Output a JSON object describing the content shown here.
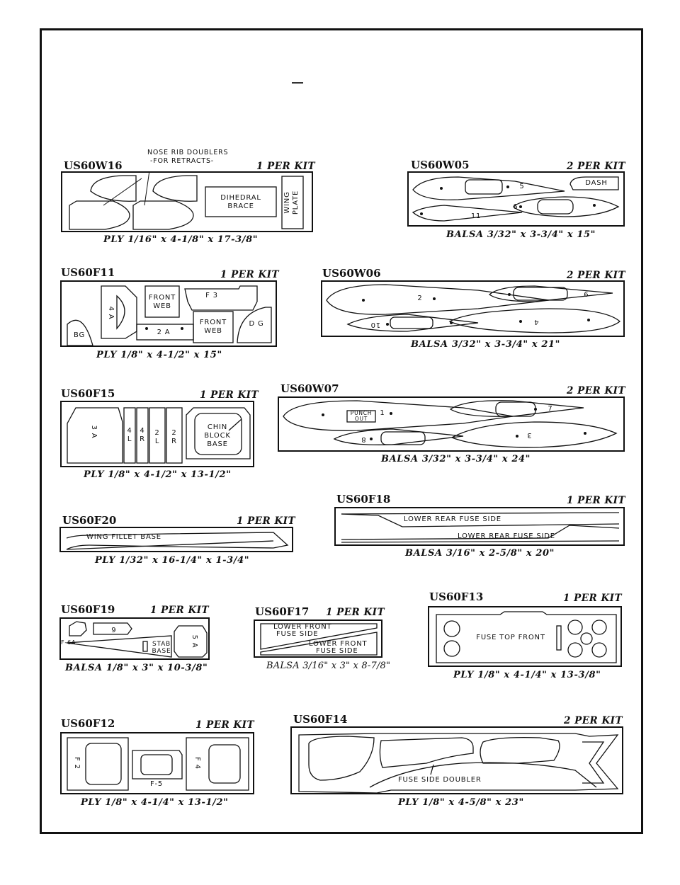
{
  "callout": {
    "line1": "NOSE RIB DOUBLERS",
    "line2": "-FOR RETRACTS-"
  },
  "parts": {
    "w16": {
      "id": "US60W16",
      "qty": "1 PER KIT",
      "spec": "PLY 1/16\" x 4-1/8\" x 17-3/8\"",
      "labels": {
        "dihedral1": "DIHEDRAL",
        "dihedral2": "BRACE",
        "wingplate1": "WING",
        "wingplate2": "PLATE"
      }
    },
    "w05": {
      "id": "US60W05",
      "qty": "2 PER KIT",
      "spec": "BALSA 3/32\" x 3-3/4\" x 15\"",
      "labels": {
        "r5": "5",
        "dash": "DASH",
        "r9": "9",
        "r11": "11"
      }
    },
    "f11": {
      "id": "US60F11",
      "qty": "1 PER KIT",
      "spec": "PLY 1/8\" x 4-1/2\" x 15\"",
      "labels": {
        "a4": "4 A",
        "fw1a": "FRONT",
        "fw1b": "WEB",
        "f3": "F 3",
        "bg": "BG",
        "a2": "2 A",
        "fw2a": "FRONT",
        "fw2b": "WEB",
        "dg": "D G"
      }
    },
    "w06": {
      "id": "US60W06",
      "qty": "2 PER KIT",
      "spec": "BALSA 3/32\" x 3-3/4\" x 21\"",
      "labels": {
        "r2": "2",
        "r9": "9",
        "r10": "10",
        "r4": "4"
      }
    },
    "f15": {
      "id": "US60F15",
      "qty": "1 PER KIT",
      "spec": "PLY 1/8\" x 4-1/2\" x 13-1/2\"",
      "labels": {
        "a3": "3 A",
        "l4": "4\nL",
        "r4": "4\nR",
        "l2": "2\nL",
        "r2": "2\nR",
        "chin1": "CHIN",
        "chin2": "BLOCK",
        "chin3": "BASE"
      }
    },
    "w07": {
      "id": "US60W07",
      "qty": "2 PER KIT",
      "spec": "BALSA 3/32\" x 3-3/4\" x 24\"",
      "labels": {
        "punch1": "PUNCH",
        "punch2": "OUT",
        "r1": "1",
        "r7": "7",
        "r8": "8",
        "r3": "3"
      }
    },
    "f20": {
      "id": "US60F20",
      "qty": "1 PER KIT",
      "spec": "PLY 1/32\" x 16-1/4\" x 1-3/4\"",
      "labels": {
        "fillet": "WING FILLET BASE"
      }
    },
    "f18": {
      "id": "US60F18",
      "qty": "1 PER KIT",
      "spec": "BALSA 3/16\" x 2-5/8\" x 20\"",
      "labels": {
        "lower1": "LOWER REAR FUSE SIDE",
        "lower2": "LOWER REAR FUSE SIDE"
      }
    },
    "f19": {
      "id": "US60F19",
      "qty": "1 PER KIT",
      "spec": "BALSA 1/8\" x 3\" x 10-3/8\"",
      "labels": {
        "f6": "6",
        "f6a": "F-6A",
        "stab1": "STAB",
        "stab2": "BASE",
        "a5": "5 A"
      }
    },
    "f17": {
      "id": "US60F17",
      "qty": "1 PER KIT",
      "spec": "BALSA 3/16\" x 3\" x 8-7/8\"",
      "labels": {
        "lf1": "LOWER FRONT",
        "lf2": "FUSE SIDE",
        "lf3": "LOWER FRONT",
        "lf4": "FUSE SIDE"
      }
    },
    "f13": {
      "id": "US60F13",
      "qty": "1 PER KIT",
      "spec": "PLY 1/8\" x 4-1/4\" x 13-3/8\"",
      "labels": {
        "top": "FUSE TOP FRONT"
      }
    },
    "f12": {
      "id": "US60F12",
      "qty": "1 PER KIT",
      "spec": "PLY 1/8\" x 4-1/4\" x 13-1/2\"",
      "labels": {
        "f2": "F 2",
        "f5": "F-5",
        "f4": "F 4"
      }
    },
    "f14": {
      "id": "US60F14",
      "qty": "2 PER KIT",
      "spec": "PLY 1/8\" x 4-5/8\" x 23\"",
      "labels": {
        "doubler": "FUSE SIDE DOUBLER"
      }
    }
  }
}
